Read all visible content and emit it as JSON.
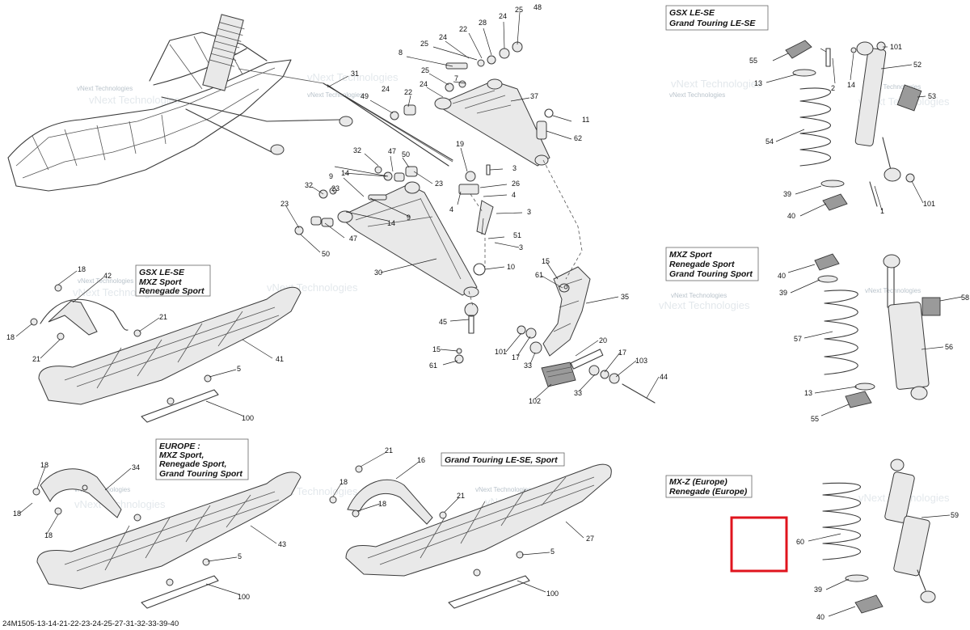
{
  "diagram": {
    "footer_code": "24M1505-13-14-21-22-23-24-25-27-31-32-33-39-40",
    "watermark": "vNext Technologies",
    "model_boxes": [
      {
        "id": "gsx-le-se",
        "lines": [
          "GSX LE-SE",
          "Grand Touring LE-SE"
        ]
      },
      {
        "id": "mxz-sport",
        "lines": [
          "MXZ Sport",
          "Renegade Sport",
          "Grand Touring Sport"
        ]
      },
      {
        "id": "mxz-europe",
        "lines": [
          "MX-Z (Europe)",
          "Renegade (Europe)"
        ]
      },
      {
        "id": "gsx-le-se-ski",
        "lines": [
          "GSX LE-SE",
          "MXZ Sport",
          "Renegade Sport"
        ]
      },
      {
        "id": "europe-ski",
        "lines": [
          "EUROPE :",
          "MXZ Sport,",
          "Renegade Sport,",
          "Grand Touring Sport"
        ]
      },
      {
        "id": "grand-touring-ski",
        "lines": [
          "Grand Touring LE-SE, Sport"
        ]
      }
    ],
    "callouts": [
      "48",
      "24",
      "25",
      "28",
      "22",
      "24",
      "25",
      "8",
      "7",
      "25",
      "24",
      "22",
      "31",
      "49",
      "24",
      "37",
      "11",
      "62",
      "32",
      "47",
      "50",
      "23",
      "19",
      "3",
      "26",
      "4",
      "4",
      "3",
      "9",
      "14",
      "23",
      "32",
      "9",
      "14",
      "23",
      "47",
      "50",
      "51",
      "3",
      "30",
      "10",
      "15",
      "61",
      "35",
      "45",
      "15",
      "61",
      "101",
      "17",
      "33",
      "20",
      "17",
      "103",
      "33",
      "44",
      "102",
      "18",
      "42",
      "18",
      "21",
      "21",
      "41",
      "5",
      "100",
      "18",
      "34",
      "18",
      "18",
      "43",
      "5",
      "100",
      "21",
      "16",
      "18",
      "21",
      "18",
      "27",
      "5",
      "100",
      "55",
      "101",
      "52",
      "13",
      "2",
      "14",
      "53",
      "54",
      "39",
      "1",
      "40",
      "101",
      "40",
      "39",
      "58",
      "57",
      "56",
      "13",
      "55",
      "60",
      "59",
      "39",
      "40"
    ]
  }
}
